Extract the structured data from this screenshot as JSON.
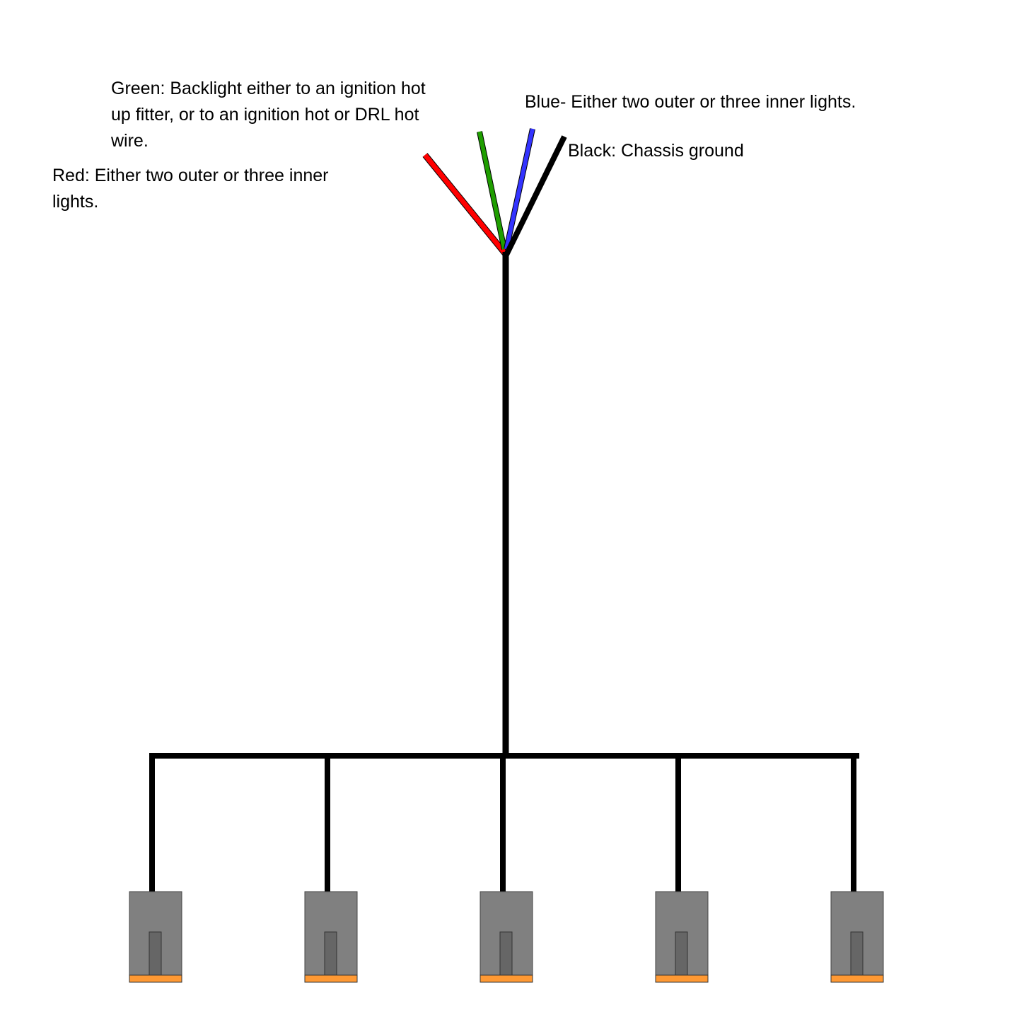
{
  "labels": {
    "green": "Green: Backlight either to an ignition hot\nup fitter, or to an ignition hot or DRL hot\nwire.",
    "red": "Red: Either two outer or three inner\nlights.",
    "blue": "Blue- Either two outer or three inner lights.",
    "black": "Black: Chassis ground"
  },
  "colors": {
    "red": "#ff0000",
    "green": "#1f9e00",
    "blue": "#3333ff",
    "black": "#000000",
    "connector_body": "#808080",
    "connector_slot": "#666666",
    "connector_seal": "#ff9933"
  },
  "connector_count": 5
}
